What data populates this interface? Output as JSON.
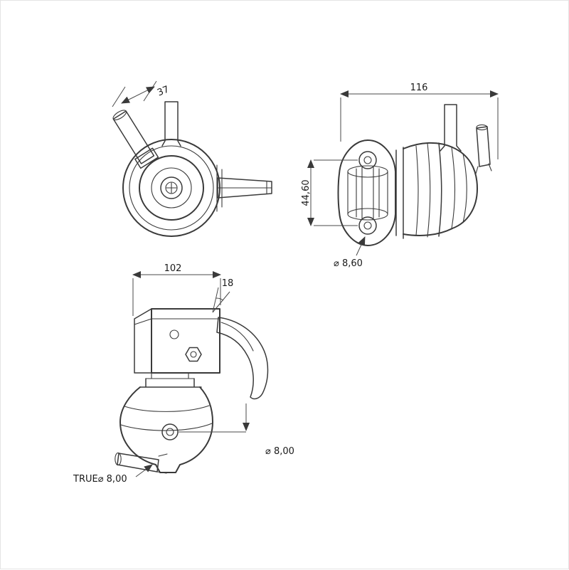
{
  "drawing": {
    "title": "Mechanical fuel pump - dimensioned technical drawing, three orthographic views",
    "labels": {
      "front_tube_angle": "37",
      "side_overall_width": "116",
      "side_hole_spacing": "44,60",
      "side_hole_diameter": "⌀ 8,60",
      "bottom_overall_width": "102",
      "lever_angle": "18",
      "outlet_diameter": "⌀ 8,00",
      "inlet_true_diameter": "TRUE⌀ 8,00"
    }
  }
}
